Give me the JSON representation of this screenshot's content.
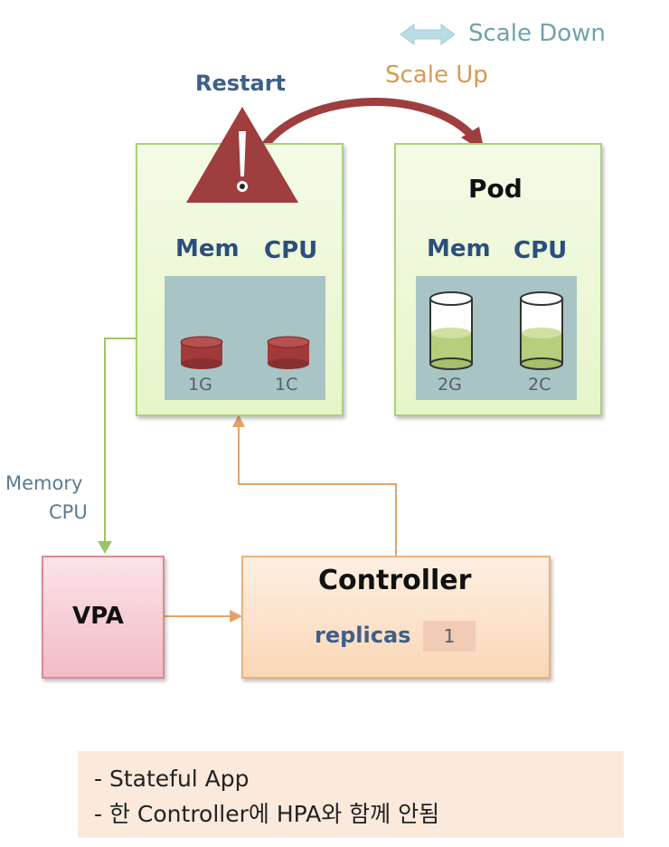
{
  "legend": {
    "scale_down": "Scale Down",
    "scale_up": "Scale Up",
    "restart": "Restart"
  },
  "old_pod": {
    "mem_label": "Mem",
    "cpu_label": "CPU",
    "mem_value": "1G",
    "cpu_value": "1C"
  },
  "new_pod": {
    "title": "Pod",
    "mem_label": "Mem",
    "cpu_label": "CPU",
    "mem_value": "2G",
    "cpu_value": "2C"
  },
  "metrics_label": {
    "line1": "Memory",
    "line2": "CPU"
  },
  "vpa": {
    "label": "VPA"
  },
  "controller": {
    "title": "Controller",
    "replicas_label": "replicas",
    "replicas_value": "1"
  },
  "notes": {
    "line1": "- Stateful App",
    "line2": "- 한 Controller에 HPA와 함께 안됨"
  },
  "colors": {
    "restart_text": "#3d5f8a",
    "scale_up_text": "#d69a52",
    "scale_down_text": "#6fa3ab",
    "warning_fill": "#9e3e3e",
    "cylinder_red": "#a13a3a",
    "cylinder_green": "#b5cf7d",
    "green_arrow": "#9bc46a",
    "orange_arrow": "#e4a36a",
    "curve_arrow": "#9e3e3e"
  }
}
